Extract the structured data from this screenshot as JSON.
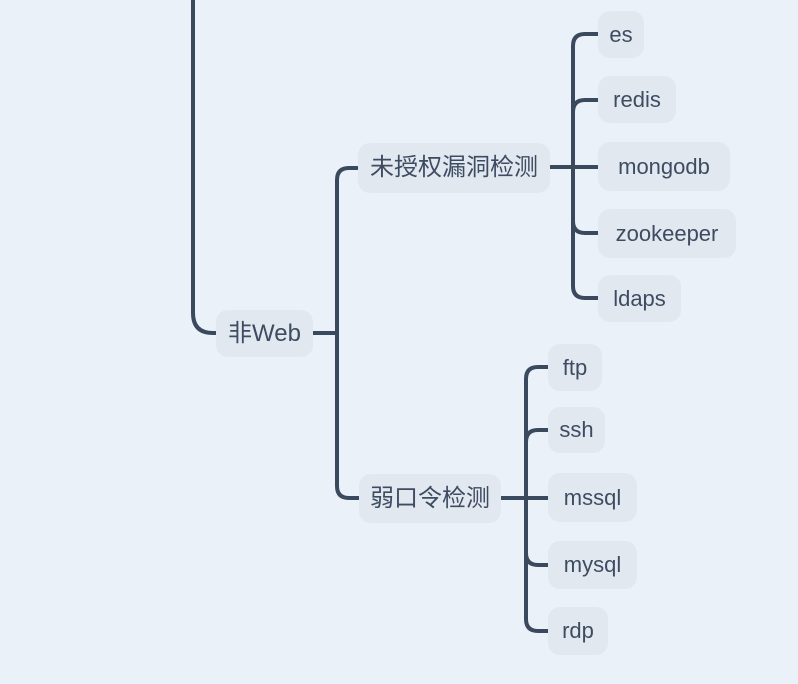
{
  "colors": {
    "background": "#eaf1f8",
    "node_fill": "#e2e8f0",
    "line": "#3b495e",
    "text": "#3e4c62"
  },
  "tree": {
    "root_label": "非Web",
    "branches": [
      {
        "label": "未授权漏洞检测",
        "children": [
          "es",
          "redis",
          "mongodb",
          "zookeeper",
          "ldaps"
        ]
      },
      {
        "label": "弱口令检测",
        "children": [
          "ftp",
          "ssh",
          "mssql",
          "mysql",
          "rdp"
        ]
      }
    ]
  }
}
